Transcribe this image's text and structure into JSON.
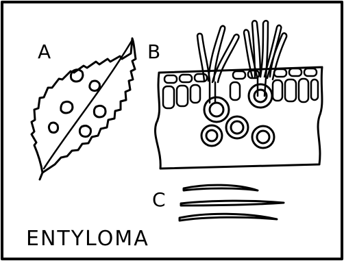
{
  "labels": {
    "a": "A",
    "b": "B",
    "c": "C"
  },
  "title": "ENTYLOMA",
  "colors": {
    "ink": "#000000",
    "paper": "#ffffff"
  }
}
